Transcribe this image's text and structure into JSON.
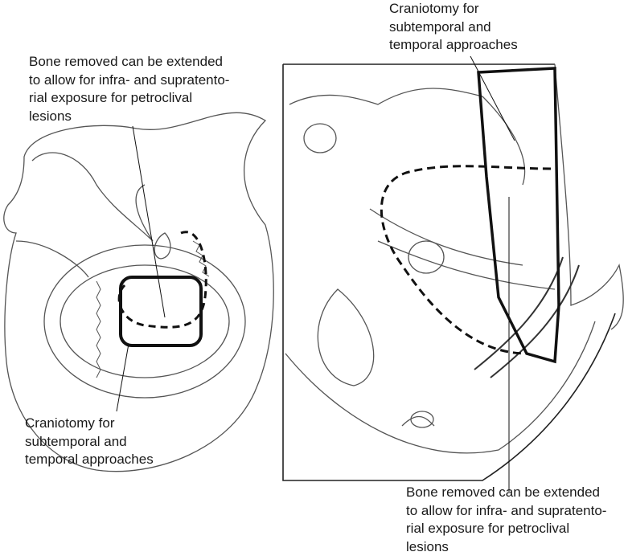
{
  "labels": {
    "left_top": [
      "Bone removed can be extended",
      "to allow for infra- and supratento-",
      "rial exposure for petroclival",
      "lesions"
    ],
    "left_bottom": [
      "Craniotomy for",
      "subtemporal and",
      "temporal approaches"
    ],
    "right_top": [
      "Craniotomy for",
      "subtemporal and",
      "temporal approaches"
    ],
    "right_bottom": [
      "Bone removed can be extended",
      "to allow for infra- and supratento-",
      "rial exposure for petroclival",
      "lesions"
    ]
  },
  "colors": {
    "line": "#1a1a1a",
    "sketch": "#555555",
    "background": "#ffffff"
  }
}
